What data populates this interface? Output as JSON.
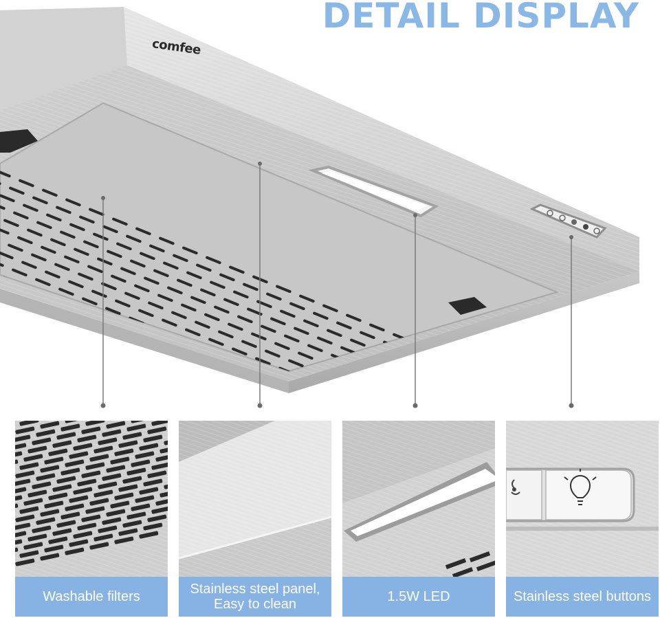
{
  "header": {
    "title": "DETAIL DISPLAY"
  },
  "product": {
    "brand": "comfee"
  },
  "panels": [
    {
      "caption": "Washable filters"
    },
    {
      "caption": "Stainless steel panel, Easy to clean"
    },
    {
      "caption": "1.5W LED"
    },
    {
      "caption": "Stainless steel buttons"
    }
  ],
  "colors": {
    "accent": "#86b3e3",
    "title": "#8ab8e6",
    "steel": "#d4d4d4",
    "steel_dark": "#b9b9b9",
    "vent": "#2b2b2b"
  },
  "icons": [
    "light-bulb-icon",
    "fan-icon",
    "power-icon"
  ]
}
